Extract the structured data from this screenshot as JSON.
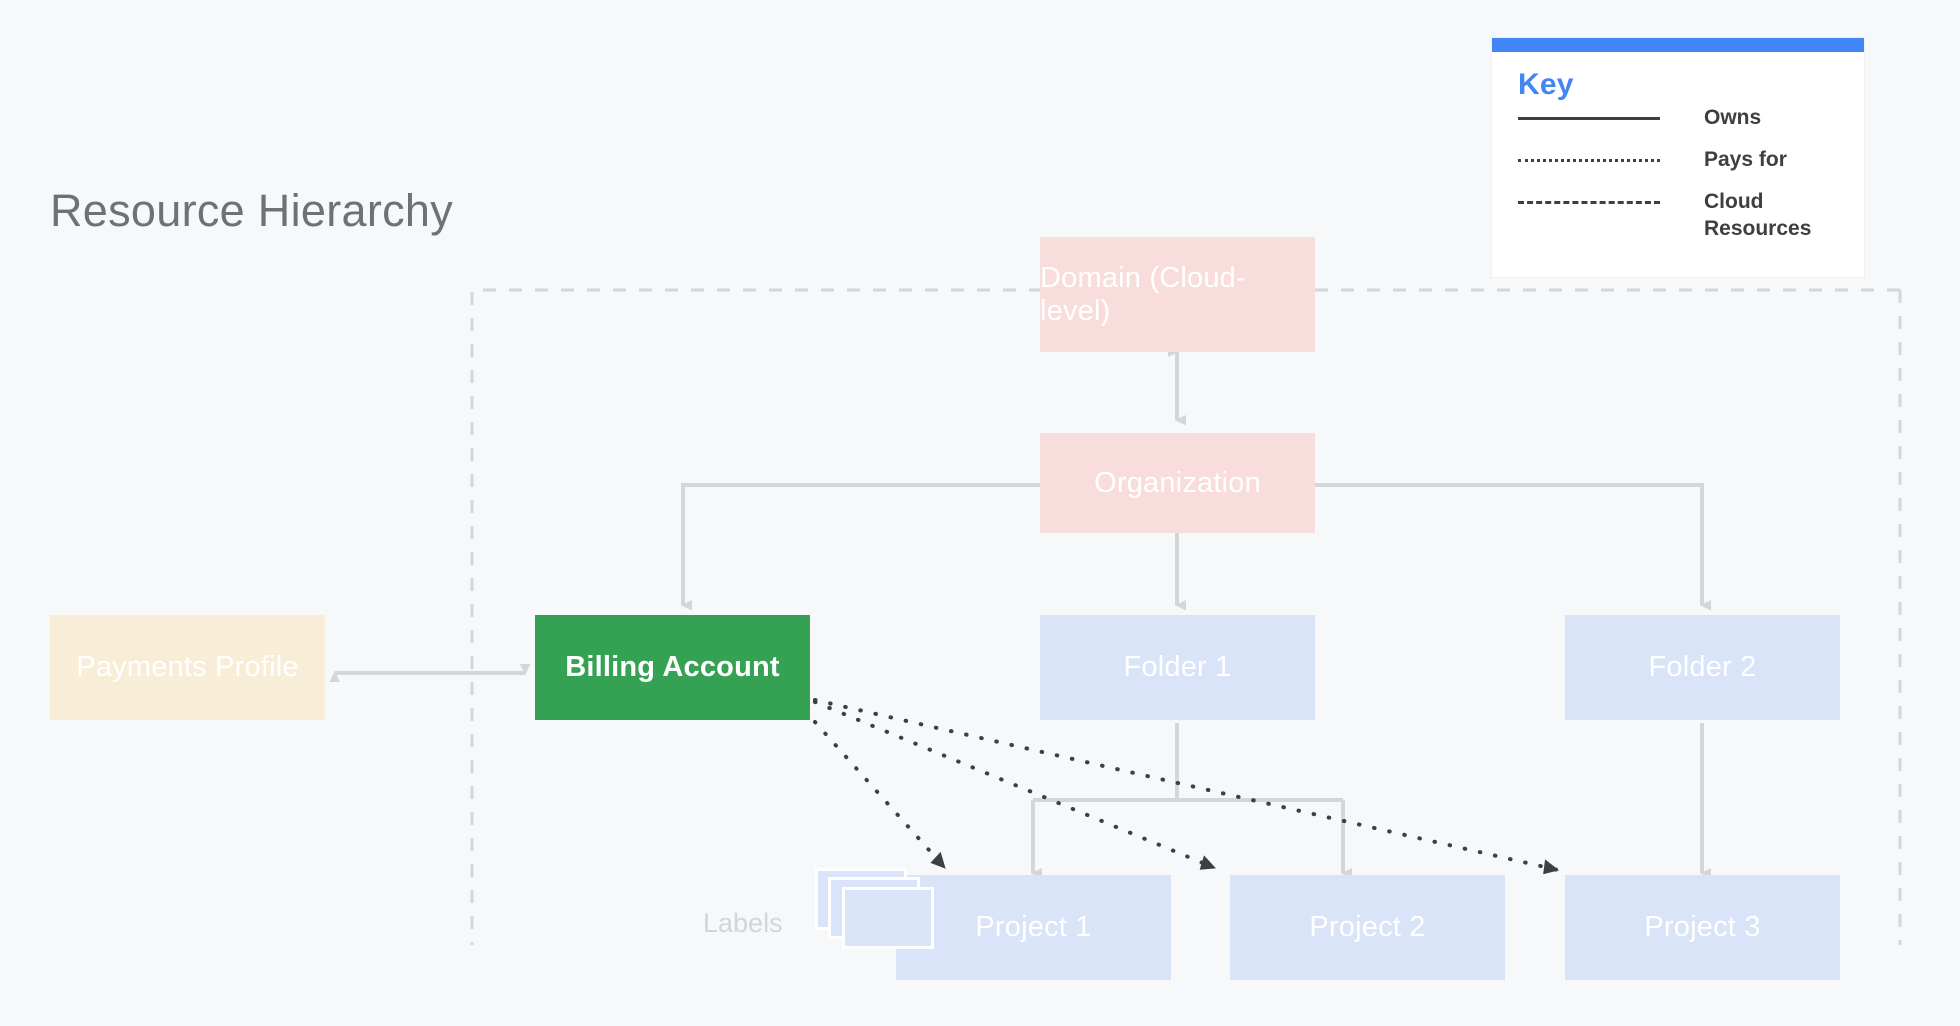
{
  "page": {
    "title": "Resource Hierarchy",
    "background_color": "#f7f8fa"
  },
  "legend": {
    "title": "Key",
    "accent_color": "#4285f4",
    "items": [
      {
        "style": "solid",
        "label": "Owns"
      },
      {
        "style": "dotted",
        "label": "Pays for"
      },
      {
        "style": "dashed",
        "label": "Cloud Resources"
      }
    ]
  },
  "nodes": {
    "domain": {
      "label": "Domain (Cloud-level)",
      "color": "#f9dcdc"
    },
    "organization": {
      "label": "Organization",
      "color": "#f9dcdc"
    },
    "billing_account": {
      "label": "Billing Account",
      "color": "#34a153"
    },
    "payments_profile": {
      "label": "Payments Profile",
      "color": "#f8eed7"
    },
    "folder_1": {
      "label": "Folder 1",
      "color": "#d9e4f8"
    },
    "folder_2": {
      "label": "Folder 2",
      "color": "#d9e4f8"
    },
    "project_1": {
      "label": "Project 1",
      "color": "#d9e4f8"
    },
    "project_2": {
      "label": "Project 2",
      "color": "#d9e4f8"
    },
    "project_3": {
      "label": "Project 3",
      "color": "#d9e4f8"
    },
    "labels": {
      "label": "Labels",
      "color": "#d9e4f8"
    }
  },
  "edges": {
    "owns_color": "#d4d6d9",
    "pays_for_color": "#3c4043",
    "cloud_boundary_color": "#d4d6d9",
    "relations": [
      {
        "from": "domain",
        "to": "organization",
        "type": "owns",
        "bidirectional": true
      },
      {
        "from": "organization",
        "to": "billing_account",
        "type": "owns",
        "bidirectional": false
      },
      {
        "from": "organization",
        "to": "folder_1",
        "type": "owns",
        "bidirectional": false
      },
      {
        "from": "organization",
        "to": "folder_2",
        "type": "owns",
        "bidirectional": false
      },
      {
        "from": "folder_1",
        "to": "project_1",
        "type": "owns",
        "bidirectional": false
      },
      {
        "from": "folder_1",
        "to": "project_2",
        "type": "owns",
        "bidirectional": false
      },
      {
        "from": "folder_2",
        "to": "project_3",
        "type": "owns",
        "bidirectional": false
      },
      {
        "from": "payments_profile",
        "to": "billing_account",
        "type": "owns",
        "bidirectional": true
      },
      {
        "from": "billing_account",
        "to": "project_1",
        "type": "pays_for",
        "bidirectional": false
      },
      {
        "from": "billing_account",
        "to": "project_2",
        "type": "pays_for",
        "bidirectional": false
      },
      {
        "from": "billing_account",
        "to": "project_3",
        "type": "pays_for",
        "bidirectional": false
      }
    ]
  }
}
